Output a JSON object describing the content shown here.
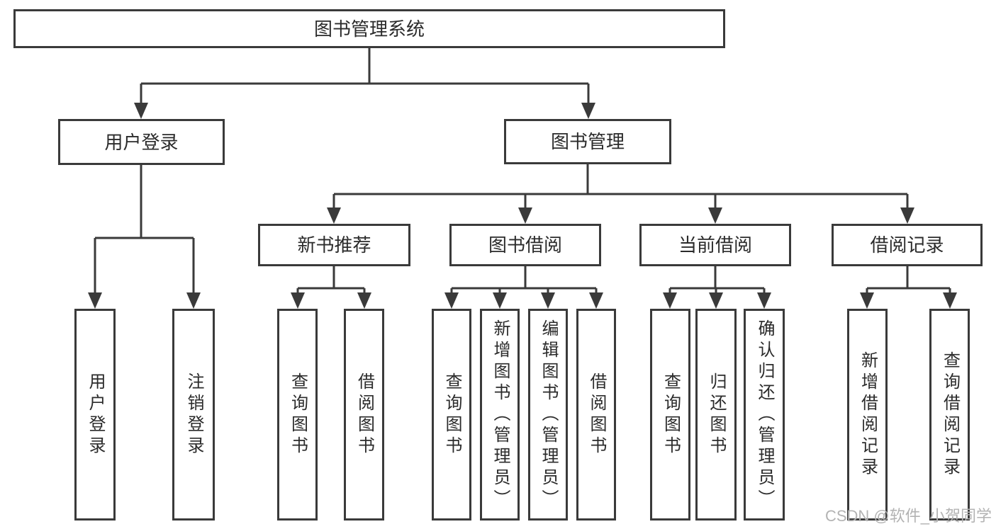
{
  "nodes": {
    "root": "图书管理系统",
    "user_login": "用户登录",
    "book_management": "图书管理",
    "new_book_recommend": "新书推荐",
    "book_borrow": "图书借阅",
    "current_borrow": "当前借阅",
    "borrow_records": "借阅记录"
  },
  "leaf_groups": {
    "user_login": [
      "用户登录",
      "注销登录"
    ],
    "new_book_recommend": [
      "查询图书",
      "借阅图书"
    ],
    "book_borrow": [
      "查询图书",
      "新增图书（管理员）",
      "编辑图书（管理员）",
      "借阅图书"
    ],
    "current_borrow": [
      "查询图书",
      "归还图书",
      "确认归还（管理员）"
    ],
    "borrow_records": [
      "新增借阅记录",
      "查询借阅记录"
    ]
  },
  "watermark": "CSDN @软件_小贺同学",
  "colors": {
    "line": "#3a3a3a",
    "text": "#2b2b2b",
    "watermark": "#b3b3b3",
    "background": "#ffffff"
  }
}
